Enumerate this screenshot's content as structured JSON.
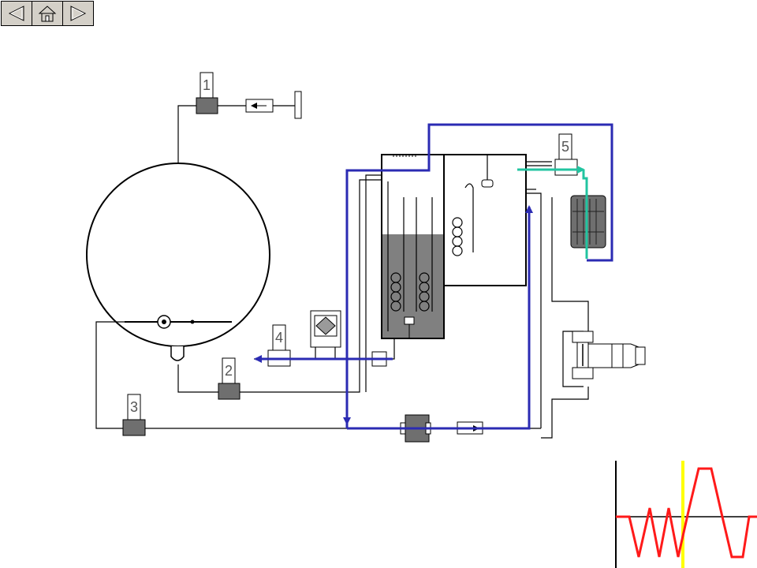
{
  "navigation": {
    "back": "back-arrow-icon",
    "home": "home-icon",
    "forward": "forward-arrow-icon"
  },
  "valves": [
    {
      "number": "1"
    },
    {
      "number": "2"
    },
    {
      "number": "3"
    },
    {
      "number": "4"
    },
    {
      "number": "5"
    }
  ],
  "colors": {
    "background": "#ffffff",
    "line": "#000000",
    "flow_blue": "#2b2bb3",
    "flow_teal": "#22c4a0",
    "liquid": "#808080",
    "device_gray": "#6f6f6f",
    "wave_red": "#ff1a1a",
    "wave_marker": "#ffff00",
    "button_face": "#d4d0c8"
  }
}
